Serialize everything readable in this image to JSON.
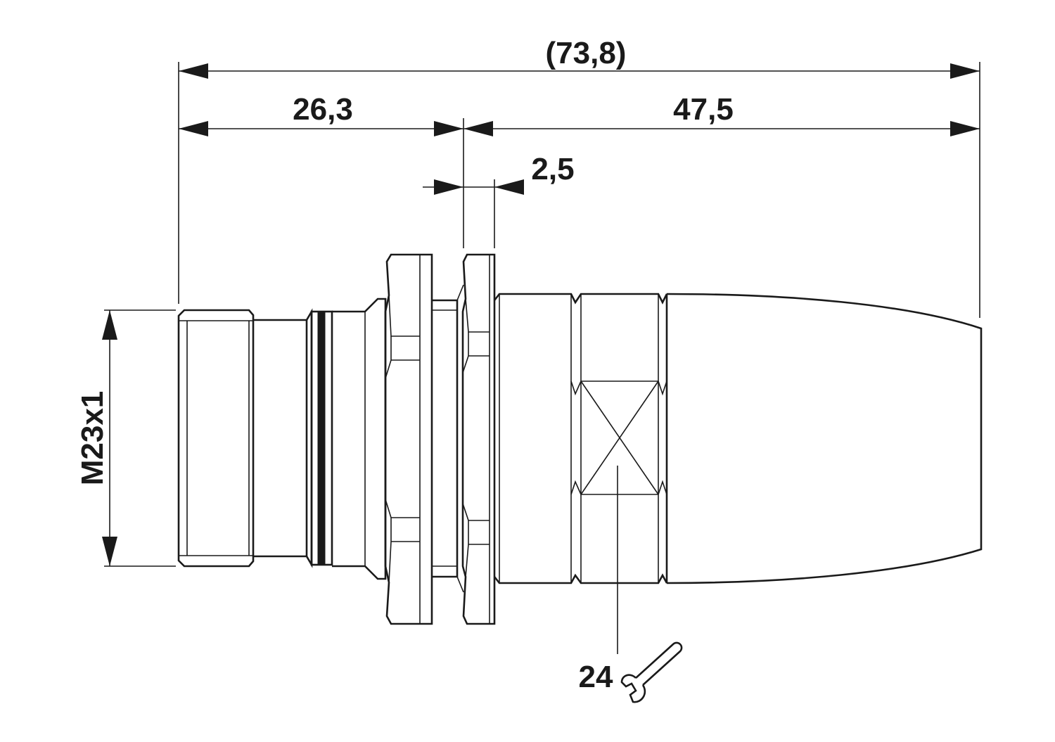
{
  "dimensions": {
    "overall_length": "(73,8)",
    "front_length": "26,3",
    "rear_length": "47,5",
    "flange_thickness": "2,5",
    "thread": "M23x1"
  },
  "wrench": {
    "size": "24",
    "icon": "wrench-icon"
  },
  "colors": {
    "line": "#1a1a1a",
    "background": "#ffffff"
  }
}
